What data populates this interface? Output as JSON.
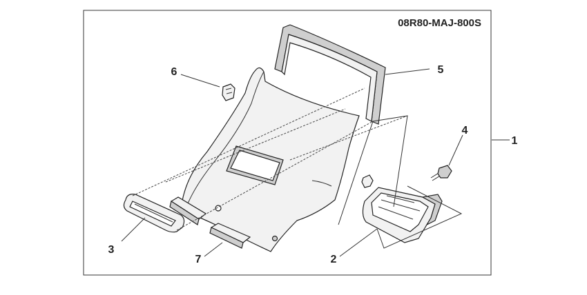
{
  "diagram": {
    "part_code": "08R80-MAJ-800S",
    "callouts": {
      "c1": "1",
      "c2": "2",
      "c3": "3",
      "c4": "4",
      "c5": "5",
      "c6": "6",
      "c7": "7"
    }
  }
}
